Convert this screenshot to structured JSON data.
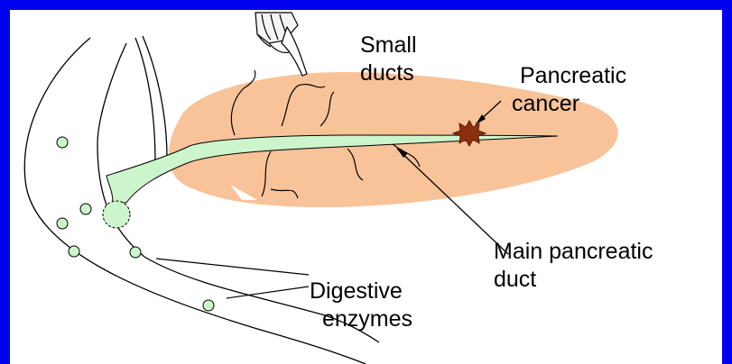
{
  "labels": {
    "small_ducts": [
      "Small",
      "ducts"
    ],
    "pancreatic_cancer": [
      "Pancreatic",
      "cancer"
    ],
    "main_duct": [
      "Main pancreatic",
      "duct"
    ],
    "digestive_enzymes": [
      "Digestive",
      "enzymes"
    ]
  },
  "colors": {
    "frame": "#0000f0",
    "pancreas": "#f9c39a",
    "duct": "#ccf5cc",
    "tumor": "#8b2f0f",
    "enzyme": "#ccf5cc",
    "outline": "#000000"
  },
  "icons": [
    "pointing-hand-icon",
    "tumor-star-icon"
  ]
}
